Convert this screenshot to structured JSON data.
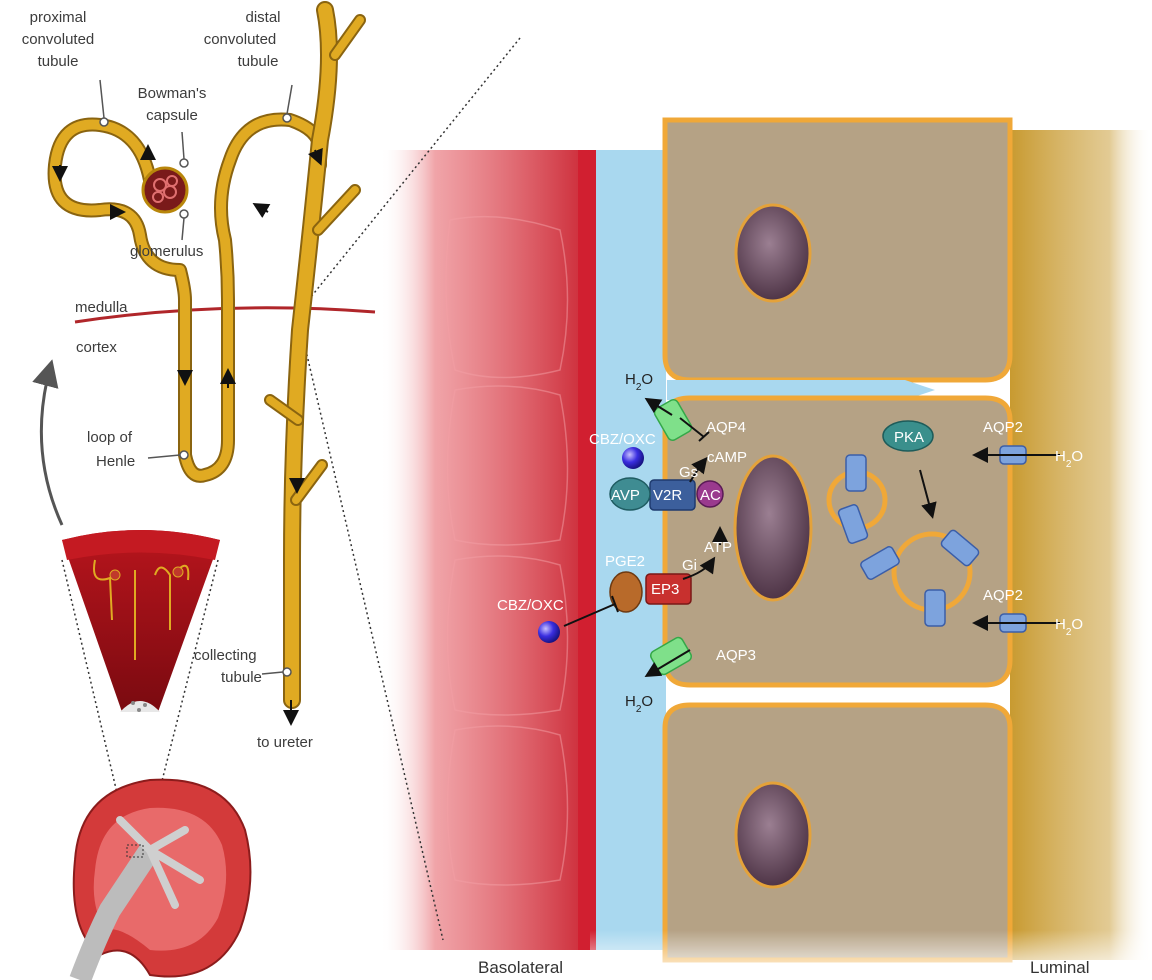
{
  "nephron": {
    "proximal": [
      "proximal",
      "convoluted",
      "tubule"
    ],
    "distal": [
      "distal",
      "convoluted",
      "tubule"
    ],
    "bowman": [
      "Bowman's",
      "capsule"
    ],
    "glomerulus": "glomerulus",
    "medulla": "medulla",
    "cortex": "cortex",
    "henle": [
      "loop of",
      "Henle"
    ],
    "collecting": [
      "collecting",
      "tubule"
    ],
    "ureter": "to ureter"
  },
  "cell": {
    "h2o_top": "H",
    "h2o_top_sub": "2",
    "h2o_top_end": "O",
    "aqp4": "AQP4",
    "cbz_top": "CBZ/OXC",
    "camp": "cAMP",
    "gs": "Gs",
    "avp": "AVP",
    "v2r": "V2R",
    "ac": "AC",
    "pka": "PKA",
    "aqp2_top": "AQP2",
    "h2o_r1": "H",
    "h2o_r1_sub": "2",
    "h2o_r1_end": "O",
    "pge2": "PGE2",
    "gi": "Gi",
    "ep3": "EP3",
    "atp": "ATP",
    "cbz_bottom": "CBZ/OXC",
    "aqp2_bottom": "AQP2",
    "h2o_r2": "H",
    "h2o_r2_sub": "2",
    "h2o_r2_end": "O",
    "aqp3": "AQP3",
    "h2o_bottom": "H",
    "h2o_bottom_sub": "2",
    "h2o_bottom_end": "O"
  },
  "sides": {
    "basolateral": "Basolateral",
    "luminal": "Luminal"
  },
  "colors": {
    "tubule": "#d9a520",
    "tubule_dark": "#8a6410",
    "blood": "#c8202e",
    "interstitium": "#a9d8ef",
    "cell_fill": "#b8a68a",
    "membrane": "#f0a838",
    "lumen": "#c9a040",
    "nucleus": "#6e4f63",
    "aquaporin": "#7da3dd",
    "aqp34": "#7fe08a"
  }
}
